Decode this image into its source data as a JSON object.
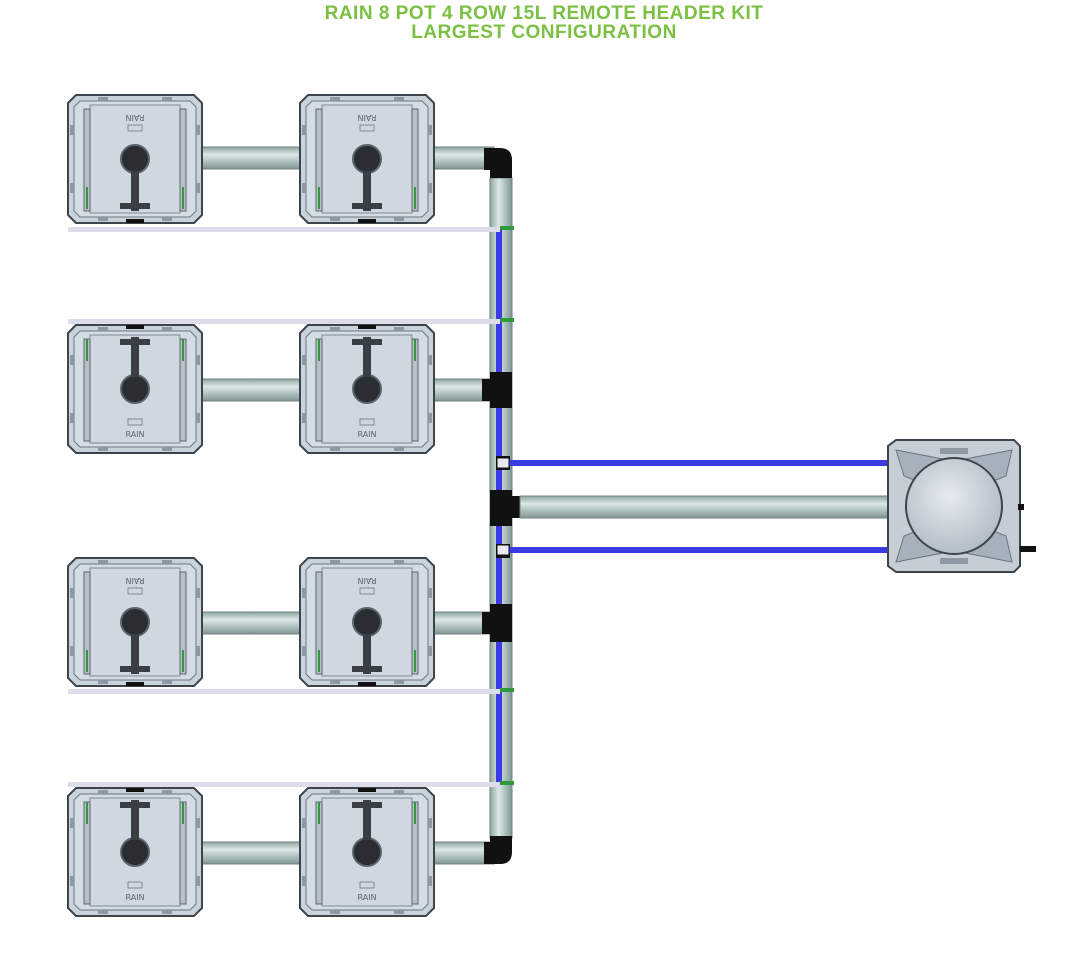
{
  "title": {
    "line1": "RAIN 8 POT 4 ROW 15L REMOTE HEADER KIT",
    "line2": "LARGEST CONFIGURATION",
    "color": "#7bc043"
  },
  "pot_brand": "RAIN",
  "colors": {
    "pot_fill": "#c9d3dc",
    "pot_stroke": "#3d444c",
    "pipe_fill": "#b3c7c3",
    "feed_line": "#3b3be6",
    "drip_line": "#dcdcea",
    "fitting": "#111111",
    "fitting_green": "#2e9a3a",
    "reservoir_fill": "#c5cdd5"
  },
  "icons": [
    "pot-icon",
    "elbow-fitting-icon",
    "tee-fitting-icon",
    "reservoir-icon",
    "pump-outlet-icon"
  ]
}
